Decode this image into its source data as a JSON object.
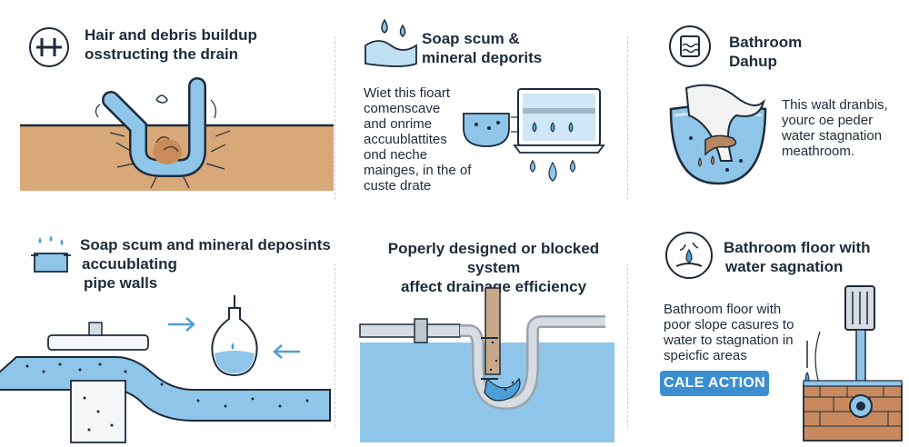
{
  "panels": {
    "p1": {
      "title_line1": "Hair and debris buildup",
      "title_line2": "osstructing the drain"
    },
    "p2": {
      "title_line1": "Soap scum &",
      "title_line2": "mineral deporits",
      "body": [
        "Wiet this fioart",
        "comenscave",
        "and onrime",
        "accuublattites",
        "ond neche",
        "mainges, in the of",
        "custe drate"
      ]
    },
    "p3": {
      "title_line1": "Bathroom",
      "title_line2": "Dahup",
      "body": [
        "This walt dranbis,",
        "yourc oe peder",
        "water stagnation",
        "meathroom."
      ]
    },
    "p4": {
      "title_line1": "Soap scum and mineral deposints",
      "title_line2": "accuublating",
      "title_line3": "pipe walls"
    },
    "p5": {
      "title_line1": "Poperly designed or blocked system",
      "title_line2": "affect drainage efficiency"
    },
    "p6": {
      "title_line1": "Bathroom floor with",
      "title_line2": "water sagnation",
      "body": [
        "Bathroom floor with",
        "poor slope casures to",
        "water to stagnation in",
        "speicfic areas"
      ],
      "cta": "CALE ACTION"
    }
  },
  "icons": [
    "drain-grate-icon",
    "water-drops-icon",
    "bathtub-icon",
    "dripping-faucet-icon",
    "drop-hand-icon"
  ],
  "colors": {
    "water": "#8ec5e8",
    "water_dark": "#4d9fd6",
    "soil": "#d9a878",
    "outline": "#1d2b3a",
    "accent": "#3b8fd0"
  }
}
